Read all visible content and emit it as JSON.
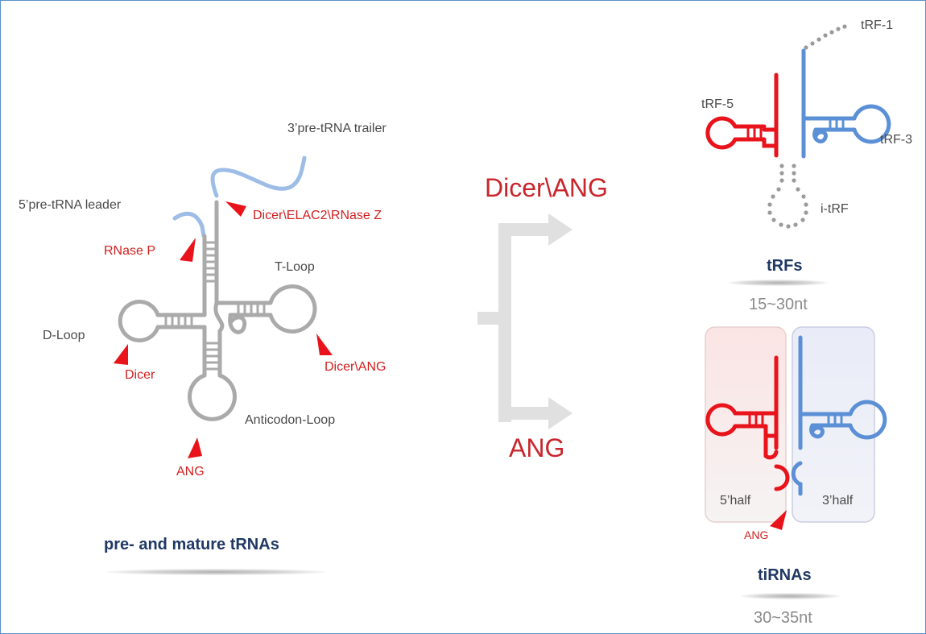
{
  "left": {
    "labels": {
      "trailer": "3’pre-tRNA trailer",
      "leader": "5’pre-tRNA leader",
      "t_loop": "T-Loop",
      "d_loop": "D-Loop",
      "anticodon_loop": "Anticodon-Loop"
    },
    "enzymes": {
      "dicer_elac2_rnasez": "Dicer\\ELAC2\\RNase Z",
      "rnase_p": "RNase P",
      "dicer": "Dicer",
      "dicer_ang": "Dicer\\ANG",
      "ang": "ANG"
    },
    "title": "pre- and mature tRNAs"
  },
  "middle": {
    "upper_label": "Dicer\\ANG",
    "lower_label": "ANG"
  },
  "right": {
    "trf_labels": {
      "trf1": "tRF-1",
      "trf5": "tRF-5",
      "trf3": "tRF-3",
      "itrf": "i-tRF"
    },
    "trfs_title": "tRFs",
    "trfs_size": "15~30nt",
    "half5": "5’half",
    "half3": "3’half",
    "ang": "ANG",
    "tirnas_title": "tiRNAs",
    "tirnas_size": "30~35nt"
  },
  "colors": {
    "grey_structure": "#aaaaaa",
    "red": "#e8131b",
    "blue": "#5b8fd6",
    "light_blue": "#9dbde6",
    "dotted": "#9a9a9a",
    "arrow": "#e0e0e0",
    "title": "#1f3864"
  }
}
